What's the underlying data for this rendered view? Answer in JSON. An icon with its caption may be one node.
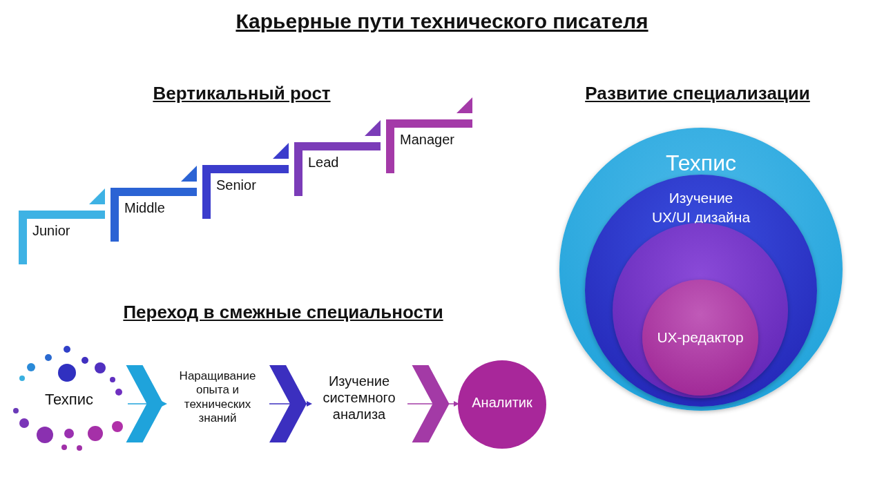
{
  "diagram": {
    "title": "Карьерные пути технического писателя",
    "nodes": [
      {
        "text": [
          "Junior"
        ]
      },
      {
        "text": [
          "Middle"
        ]
      },
      {
        "text": [
          "Senior"
        ]
      },
      {
        "text": [
          "Lead"
        ]
      },
      {
        "text": [
          "Manager"
        ]
      },
      {
        "text": [
          "Техпис"
        ]
      },
      {
        "text": [
          "Наращивание опыта и технических знаний"
        ]
      },
      {
        "text": [
          "Изучение системного анализа"
        ]
      },
      {
        "text": [
          "Аналитик"
        ]
      },
      {
        "text": [
          "Техпис"
        ]
      },
      {
        "text": [
          "Изучение UX/UI дизайна"
        ],
        "in": 9
      },
      {
        "text": [],
        "shape": "circle",
        "in": 10
      },
      {
        "text": [
          "UX-редактор"
        ],
        "in": 11
      }
    ],
    "edges": [
      {
        "from": 5,
        "to": 6,
        "arrow": "to",
        "color": "#1fa3db"
      },
      {
        "from": 6,
        "to": 7,
        "arrow": "to",
        "color": "#3b2fbf"
      },
      {
        "from": 7,
        "to": 8,
        "arrow": "to",
        "color": "#a33aa6"
      }
    ],
    "labels": [
      "Вертикальный рост",
      "Развитие специализации",
      "Переход в смежные специальности"
    ]
  }
}
